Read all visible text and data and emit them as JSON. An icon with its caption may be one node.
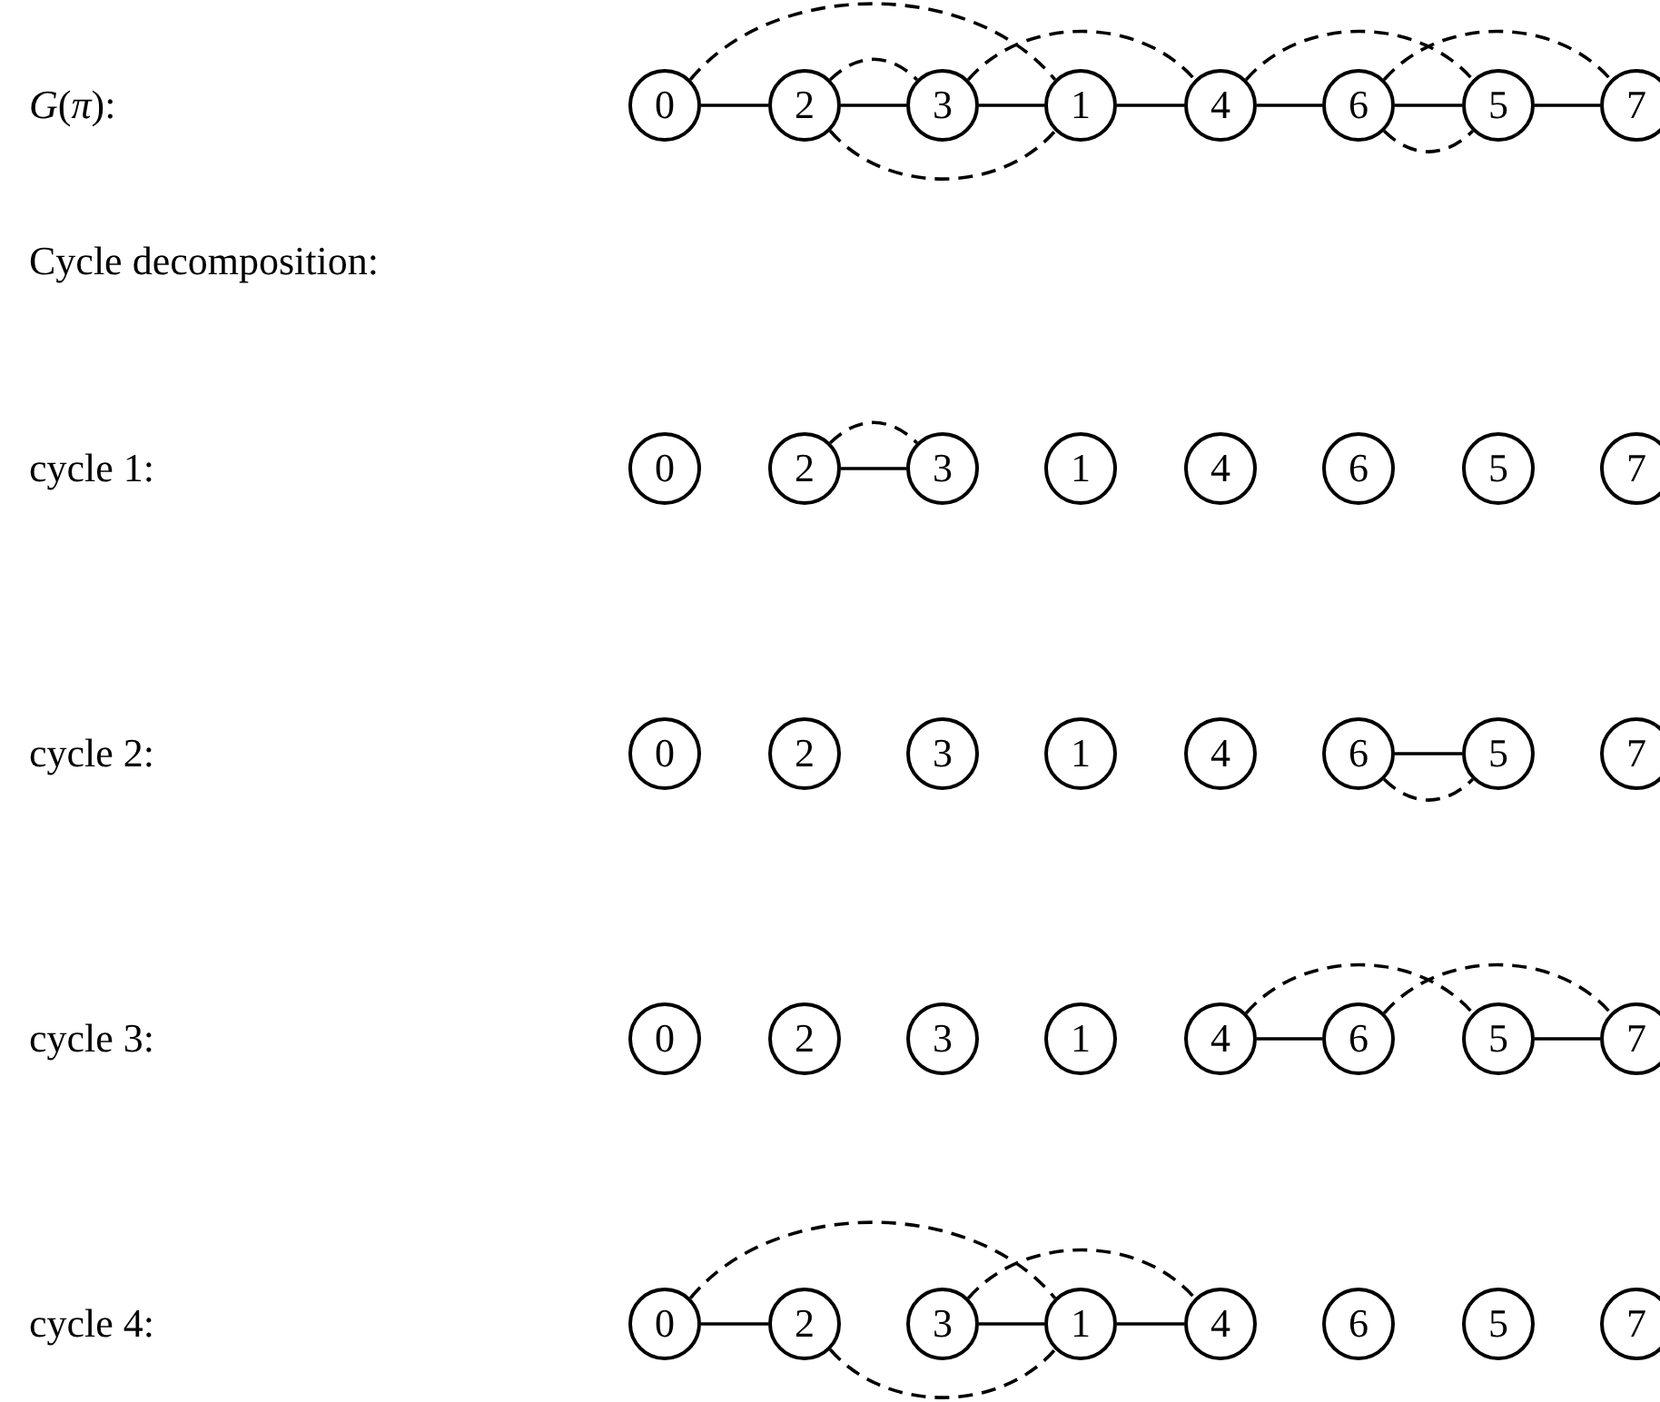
{
  "diagram": {
    "nodes": [
      {
        "text": [
          "0"
        ]
      },
      {
        "text": [
          "2"
        ]
      },
      {
        "text": [
          "3"
        ]
      },
      {
        "text": [
          "1"
        ]
      },
      {
        "text": [
          "4"
        ]
      },
      {
        "text": [
          "6"
        ]
      },
      {
        "text": [
          "5"
        ]
      },
      {
        "text": [
          "7"
        ]
      },
      {
        "text": [
          "0"
        ]
      },
      {
        "text": [
          "2"
        ]
      },
      {
        "text": [
          "3"
        ]
      },
      {
        "text": [
          "1"
        ]
      },
      {
        "text": [
          "4"
        ]
      },
      {
        "text": [
          "6"
        ]
      },
      {
        "text": [
          "5"
        ]
      },
      {
        "text": [
          "7"
        ]
      },
      {
        "text": [
          "0"
        ]
      },
      {
        "text": [
          "2"
        ]
      },
      {
        "text": [
          "3"
        ]
      },
      {
        "text": [
          "1"
        ]
      },
      {
        "text": [
          "4"
        ]
      },
      {
        "text": [
          "6"
        ]
      },
      {
        "text": [
          "5"
        ]
      },
      {
        "text": [
          "7"
        ]
      },
      {
        "text": [
          "0"
        ]
      },
      {
        "text": [
          "2"
        ]
      },
      {
        "text": [
          "3"
        ]
      },
      {
        "text": [
          "1"
        ]
      },
      {
        "text": [
          "4"
        ]
      },
      {
        "text": [
          "6"
        ]
      },
      {
        "text": [
          "5"
        ]
      },
      {
        "text": [
          "7"
        ]
      },
      {
        "text": [
          "0"
        ]
      },
      {
        "text": [
          "2"
        ]
      },
      {
        "text": [
          "3"
        ]
      },
      {
        "text": [
          "1"
        ]
      },
      {
        "text": [
          "4"
        ]
      },
      {
        "text": [
          "6"
        ]
      },
      {
        "text": [
          "5"
        ]
      },
      {
        "text": [
          "7"
        ]
      }
    ],
    "edges": [
      {
        "from": 0,
        "to": 1,
        "arrow": "none"
      },
      {
        "from": 1,
        "to": 2,
        "arrow": "none"
      },
      {
        "from": 2,
        "to": 3,
        "arrow": "none"
      },
      {
        "from": 3,
        "to": 4,
        "arrow": "none"
      },
      {
        "from": 4,
        "to": 5,
        "arrow": "none"
      },
      {
        "from": 5,
        "to": 6,
        "arrow": "none"
      },
      {
        "from": 6,
        "to": 7,
        "arrow": "none"
      },
      {
        "from": 0,
        "to": 3,
        "arrow": "none",
        "style": "dashed"
      },
      {
        "from": 1,
        "to": 2,
        "arrow": "none",
        "style": "dashed"
      },
      {
        "from": 1,
        "to": 3,
        "arrow": "none",
        "style": "dashed"
      },
      {
        "from": 2,
        "to": 4,
        "arrow": "none",
        "style": "dashed"
      },
      {
        "from": 4,
        "to": 6,
        "arrow": "none",
        "style": "dashed"
      },
      {
        "from": 5,
        "to": 7,
        "arrow": "none",
        "style": "dashed"
      },
      {
        "from": 5,
        "to": 6,
        "arrow": "none",
        "style": "dashed"
      },
      {
        "from": 9,
        "to": 10,
        "arrow": "none"
      },
      {
        "from": 9,
        "to": 10,
        "arrow": "none",
        "style": "dashed"
      },
      {
        "from": 21,
        "to": 22,
        "arrow": "none"
      },
      {
        "from": 21,
        "to": 22,
        "arrow": "none",
        "style": "dashed"
      },
      {
        "from": 28,
        "to": 29,
        "arrow": "none"
      },
      {
        "from": 30,
        "to": 31,
        "arrow": "none"
      },
      {
        "from": 28,
        "to": 30,
        "arrow": "none",
        "style": "dashed"
      },
      {
        "from": 29,
        "to": 31,
        "arrow": "none",
        "style": "dashed"
      },
      {
        "from": 32,
        "to": 33,
        "arrow": "none"
      },
      {
        "from": 34,
        "to": 35,
        "arrow": "none"
      },
      {
        "from": 35,
        "to": 36,
        "arrow": "none"
      },
      {
        "from": 32,
        "to": 35,
        "arrow": "none",
        "style": "dashed"
      },
      {
        "from": 34,
        "to": 36,
        "arrow": "none",
        "style": "dashed"
      },
      {
        "from": 33,
        "to": 35,
        "arrow": "none",
        "style": "dashed"
      }
    ],
    "labels": [
      "*G*(*π*):",
      "Cycle decomposition:",
      "cycle 1:",
      "cycle 2:",
      "cycle 3:",
      "cycle 4:"
    ]
  }
}
